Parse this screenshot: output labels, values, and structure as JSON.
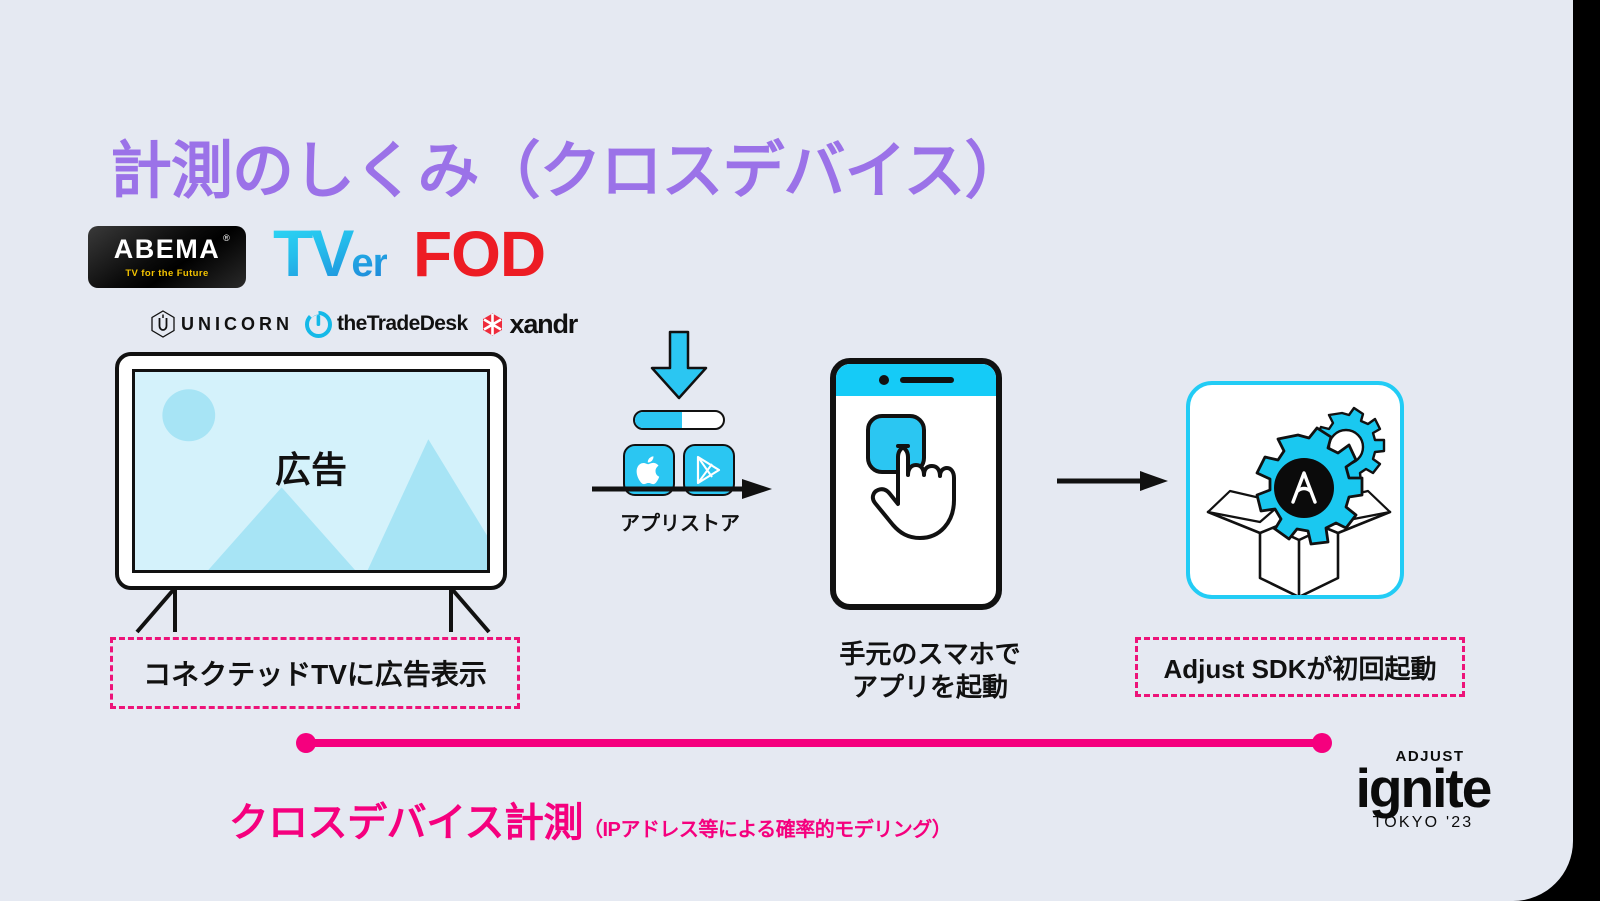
{
  "slide": {
    "title": "計測のしくみ（クロスデバイス）",
    "background_color": "#E5E9F2",
    "title_color": "#9B72E8",
    "accent_pink": "#F5007E",
    "accent_cyan": "#2BC6F2"
  },
  "ctv_logos": [
    {
      "name": "abema",
      "wordmark": "ABEMA",
      "registered": "®",
      "tagline": "TV for the Future"
    },
    {
      "name": "tver",
      "text": "TV",
      "suffix": "er"
    },
    {
      "name": "fod",
      "text": "FOD"
    }
  ],
  "dsp_logos": [
    {
      "name": "unicorn",
      "label": "UNICORN",
      "icon": "hexagon-u-icon"
    },
    {
      "name": "thetradedesk",
      "label": "theTradeDesk",
      "icon": "ttd-circle-icon"
    },
    {
      "name": "xandr",
      "label": "xandr",
      "icon": "xandr-hex-icon"
    }
  ],
  "steps": {
    "tv": {
      "screen_label": "広告",
      "caption": "コネクテッドTVに広告表示"
    },
    "store": {
      "caption": "アプリストア",
      "icons": [
        "apple-icon",
        "google-play-icon"
      ],
      "progress_percent": 53
    },
    "phone": {
      "caption_line1": "手元のスマホで",
      "caption_line2": "アプリを起動"
    },
    "sdk": {
      "caption": "Adjust SDKが初回起動"
    }
  },
  "bottom": {
    "caption_main": "クロスデバイス計測",
    "caption_sub": "（IPアドレス等による確率的モデリング）"
  },
  "brand": {
    "adjust": "ADJUST",
    "ignite": "ignite",
    "tokyo": "TOKYO '23"
  }
}
